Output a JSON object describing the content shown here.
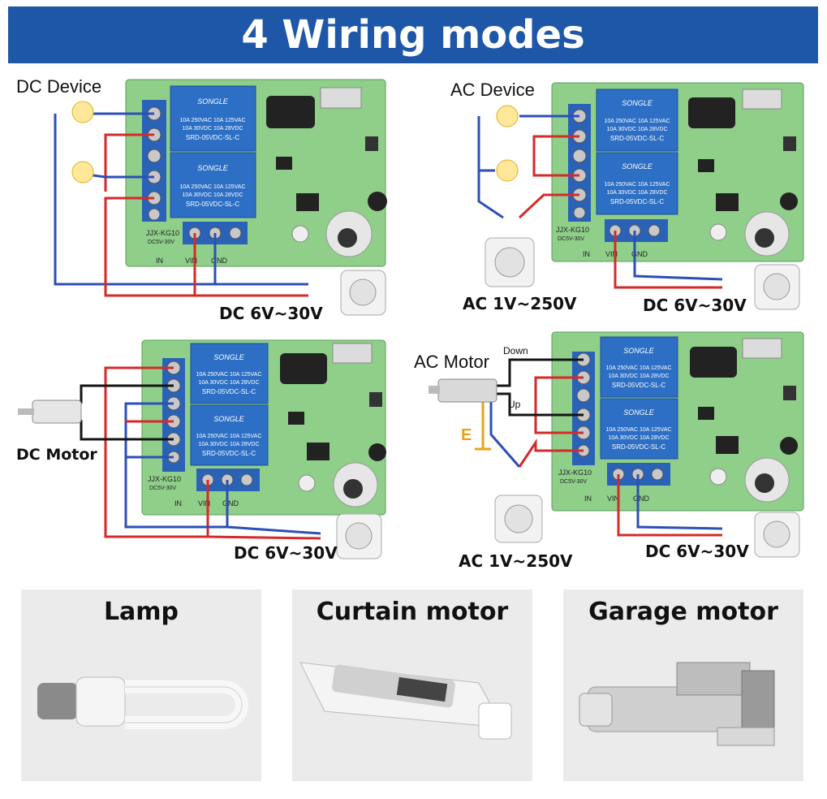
{
  "title": "4 Wiring modes",
  "colors": {
    "banner": "#1f57a8",
    "board": "#8fcf8a",
    "relay": "#2d6fc4",
    "terminal": "#2a62b8",
    "wire_red": "#d42a2a",
    "wire_blue": "#2c4fb8",
    "wire_black": "#151515"
  },
  "relay_text": {
    "brand": "SONGLE",
    "rating1": "10A 250VAC  10A 125VAC",
    "rating2": "10A 30VDC  10A 28VDC",
    "model": "SRD-05VDC-SL-C"
  },
  "board_text": {
    "model": "JJX-KG10",
    "range": "DC5V-30V",
    "in": "IN",
    "vin": "VIN",
    "gnd": "GND"
  },
  "panels": {
    "dc_device": {
      "label": "DC Device",
      "voltage": "DC 6V~30V"
    },
    "ac_device": {
      "label": "AC Device",
      "voltage_ac": "AC 1V~250V",
      "voltage_dc": "DC 6V~30V"
    },
    "dc_motor": {
      "label": "DC Motor",
      "voltage": "DC 6V~30V"
    },
    "ac_motor": {
      "label": "AC Motor",
      "down": "Down",
      "up": "Up",
      "earth": "E",
      "voltage_ac": "AC 1V~250V",
      "voltage_dc": "DC 6V~30V"
    }
  },
  "cards": [
    {
      "title": "Lamp",
      "icon": "lamp-icon"
    },
    {
      "title": "Curtain motor",
      "icon": "curtain-motor-icon"
    },
    {
      "title": "Garage motor",
      "icon": "garage-motor-icon"
    }
  ]
}
